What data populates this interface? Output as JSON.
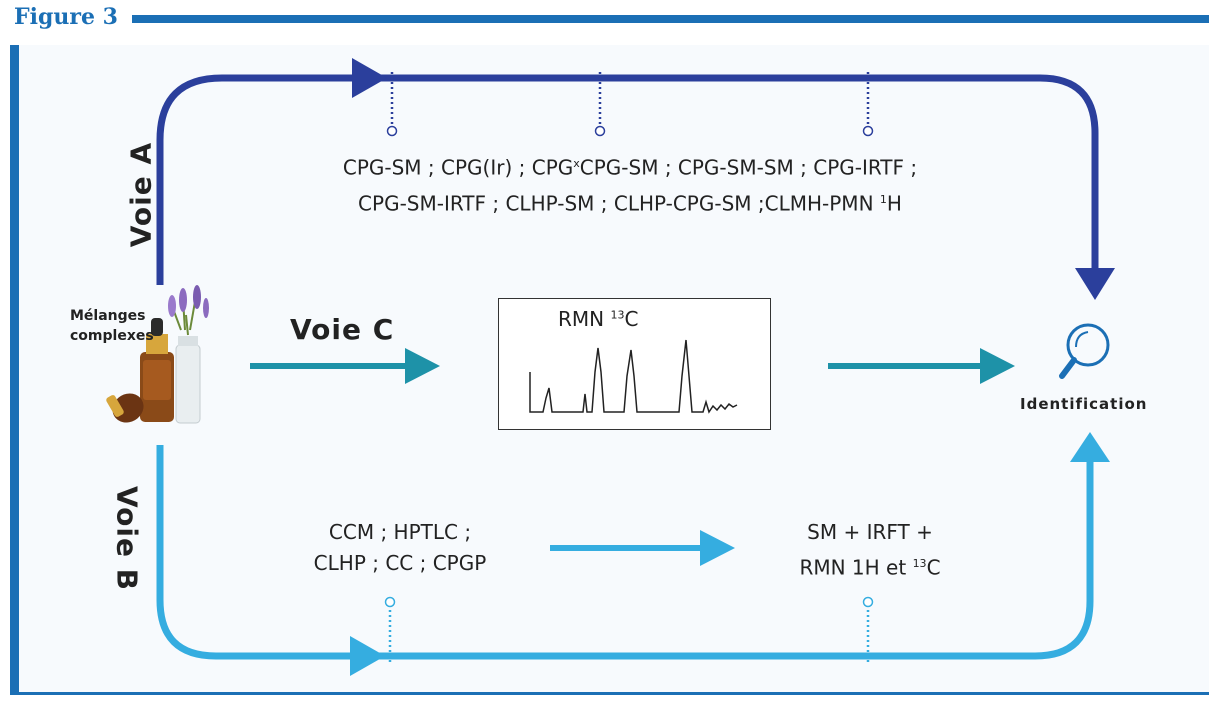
{
  "figure": {
    "title": "Figure 3"
  },
  "routes": {
    "voie_a_label": "Voie A",
    "voie_b_label": "Voie B",
    "voie_c_label": "Voie C"
  },
  "source": {
    "line1": "Mélanges",
    "line2": "complexes"
  },
  "voie_a": {
    "methods_line1_part1": "CPG-SM ; CPG(Ir) ; CPG",
    "methods_line1_x": "x",
    "methods_line1_part2": "CPG-SM ; CPG-SM-SM ; CPG-IRTF ;",
    "methods_line2_part1": "CPG-SM-IRTF ; CLHP-SM ; CLHP-CPG-SM ;CLMH-PMN ",
    "methods_line2_sup": "1",
    "methods_line2_part2": "H"
  },
  "voie_c": {
    "nmr_prefix": "RMN ",
    "nmr_sup": "13",
    "nmr_suffix": "C"
  },
  "voie_b": {
    "separation_line1": "CCM ; HPTLC ;",
    "separation_line2": "CLHP ; CC ; CPGP",
    "analysis_line1": "SM + IRFT +",
    "analysis_line2_part1": "RMN 1H et ",
    "analysis_line2_sup": "13",
    "analysis_line2_part2": "C"
  },
  "result": {
    "label": "Identification"
  },
  "colors": {
    "voie_a": "#2b3f9c",
    "voie_b": "#35ade0",
    "voie_c": "#1e92a8",
    "frame": "#1b6fb5"
  }
}
